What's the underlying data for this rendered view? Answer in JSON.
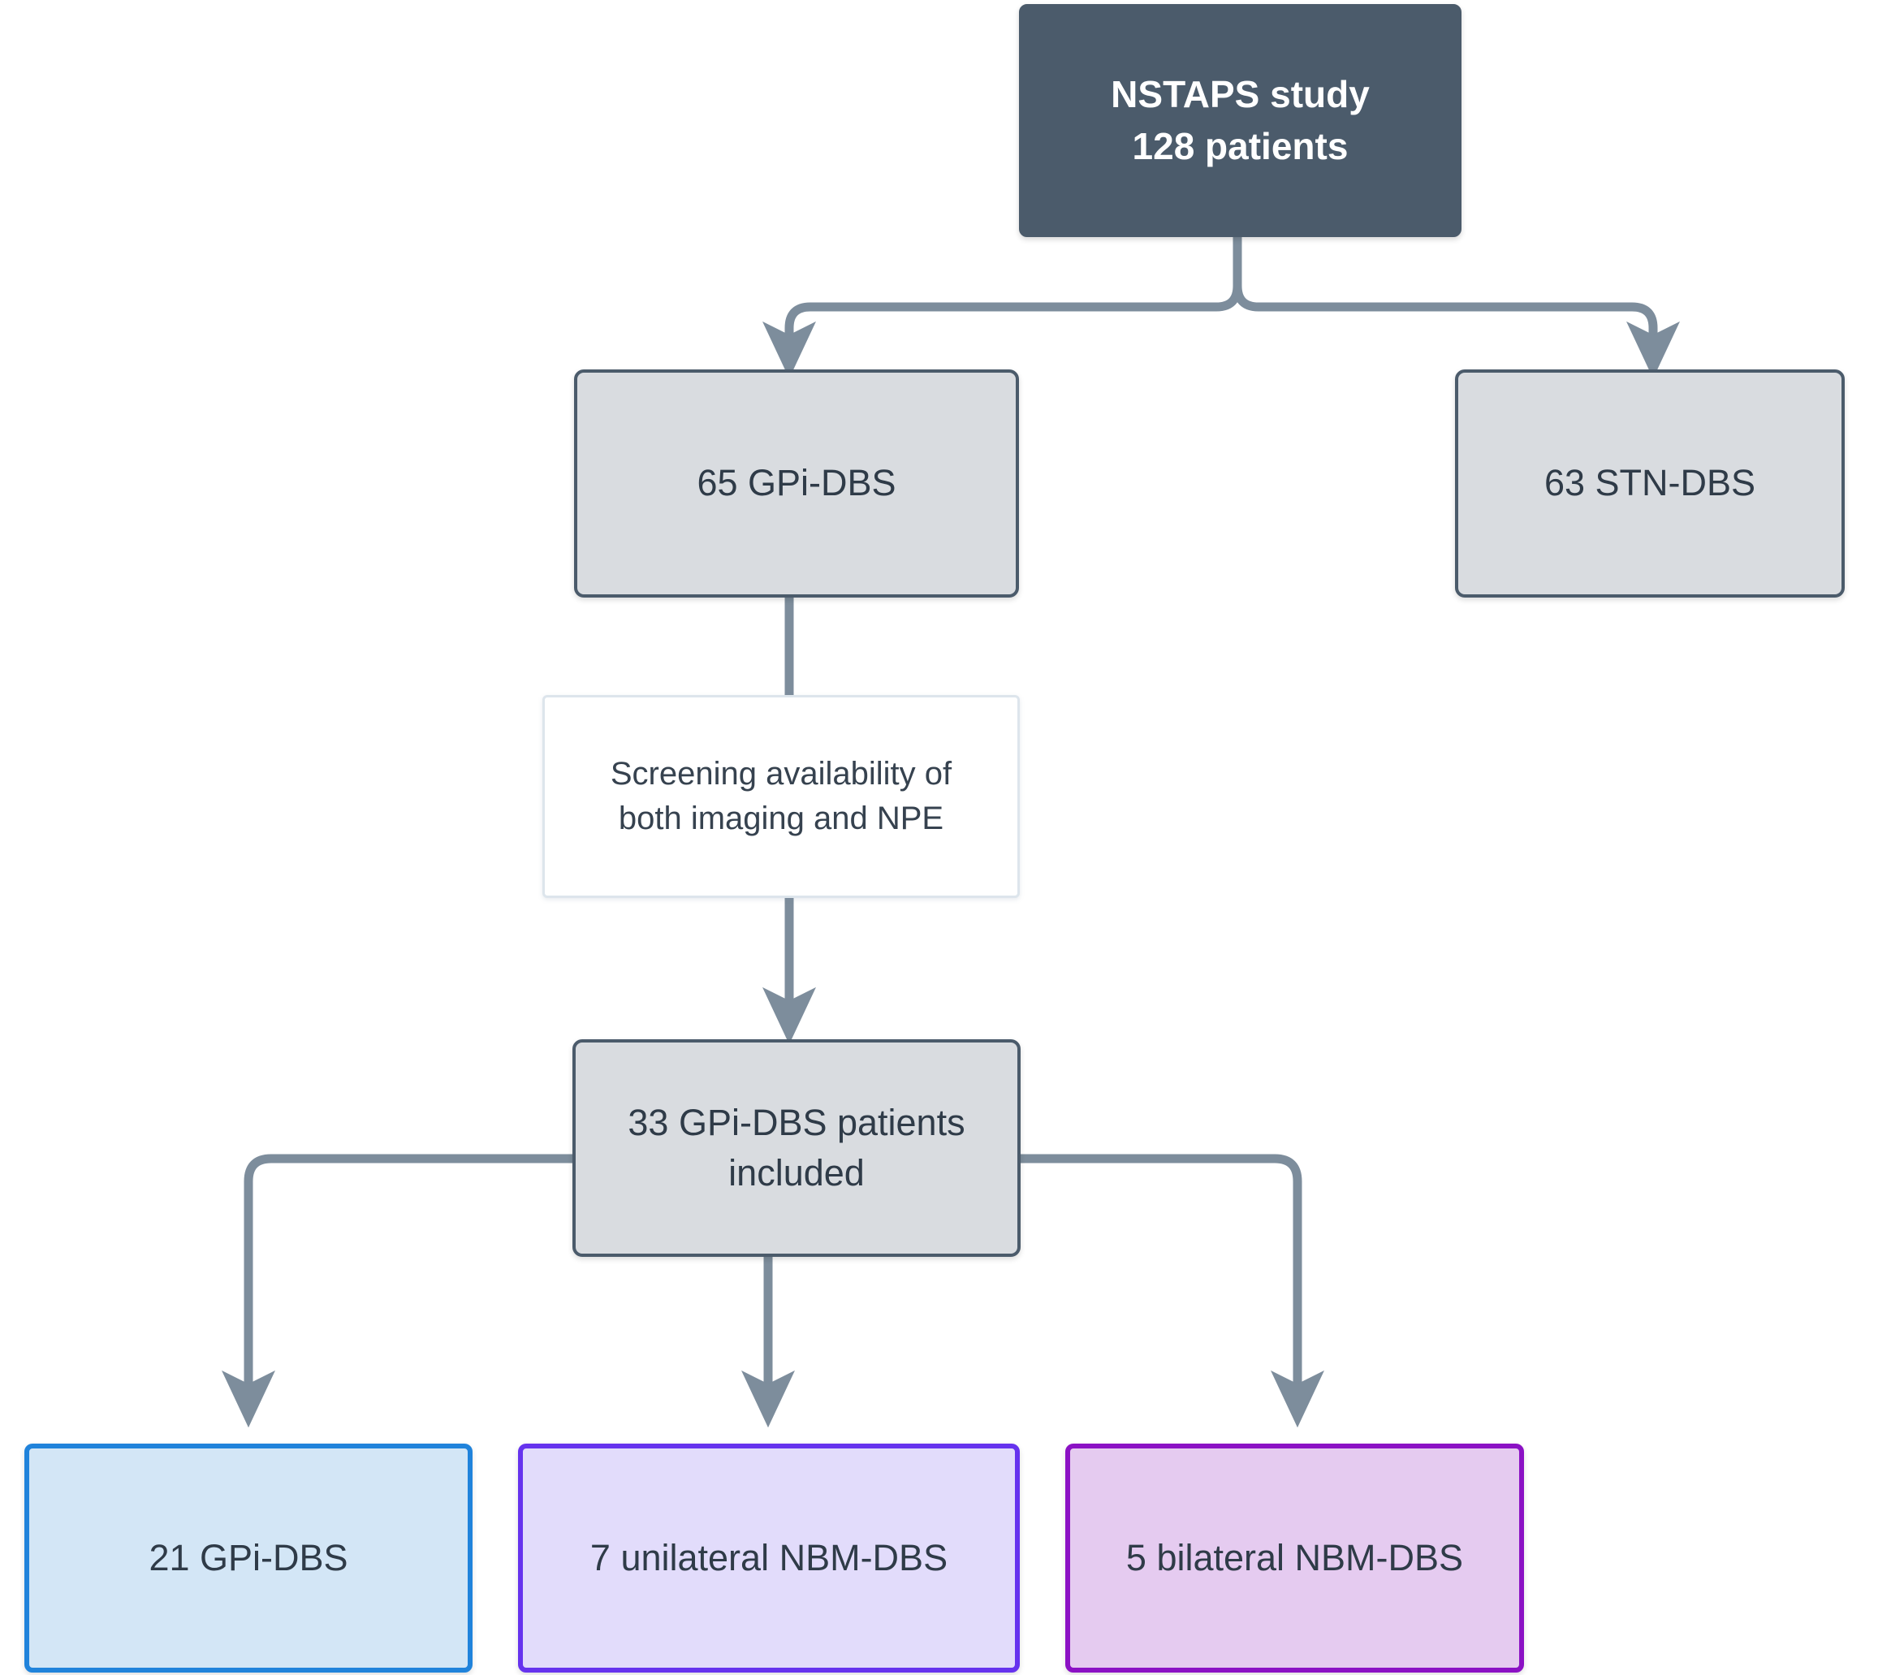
{
  "diagram": {
    "title": "NSTAPS GPi-DBS / NBM-DBS patient flow chart",
    "type": "flowchart",
    "colors": {
      "root_fill": "#4b5b6b",
      "root_text": "#ffffff",
      "grey_fill": "#d9dce0",
      "grey_border": "#4b5b6b",
      "screen_fill": "#ffffff",
      "screen_border": "#dde5ec",
      "connector": "#7d8d9c",
      "blue_fill": "#d3e6f6",
      "blue_border": "#2083db",
      "violet_fill": "#e2dcfb",
      "violet_border": "#6633ee",
      "purple_fill": "#e5cbf0",
      "purple_border": "#8b11c4",
      "body_text": "#2f3b48"
    },
    "nodes": {
      "root": {
        "line1": "NSTAPS study",
        "line2": "128 patients",
        "text": "NSTAPS study\n128 patients"
      },
      "gpi_dbs": {
        "text": "65 GPi-DBS",
        "count": 65,
        "arm": "GPi-DBS"
      },
      "stn_dbs": {
        "text": "63 STN-DBS",
        "count": 63,
        "arm": "STN-DBS"
      },
      "screening": {
        "line1": "Screening availability of",
        "line2": "both imaging and NPE",
        "text": "Screening availability of\nboth imaging and NPE"
      },
      "included": {
        "line1": "33 GPi-DBS patients",
        "line2": "included",
        "text": "33 GPi-DBS patients\nincluded",
        "count": 33
      },
      "out_gpi": {
        "text": "21 GPi-DBS",
        "count": 21,
        "arm": "GPi-DBS"
      },
      "out_unilateral": {
        "text": "7 unilateral NBM-DBS",
        "count": 7,
        "arm": "unilateral NBM-DBS"
      },
      "out_bilateral": {
        "text": "5 bilateral NBM-DBS",
        "count": 5,
        "arm": "bilateral NBM-DBS"
      }
    },
    "edges": [
      {
        "from": "root",
        "to": "gpi_dbs",
        "style": "elbow-arrow"
      },
      {
        "from": "root",
        "to": "stn_dbs",
        "style": "elbow-arrow"
      },
      {
        "from": "gpi_dbs",
        "to": "screening",
        "style": "straight-line"
      },
      {
        "from": "screening",
        "to": "included",
        "style": "straight-arrow"
      },
      {
        "from": "included",
        "to": "out_gpi",
        "style": "elbow-arrow"
      },
      {
        "from": "included",
        "to": "out_unilateral",
        "style": "straight-arrow"
      },
      {
        "from": "included",
        "to": "out_bilateral",
        "style": "elbow-arrow"
      }
    ]
  }
}
